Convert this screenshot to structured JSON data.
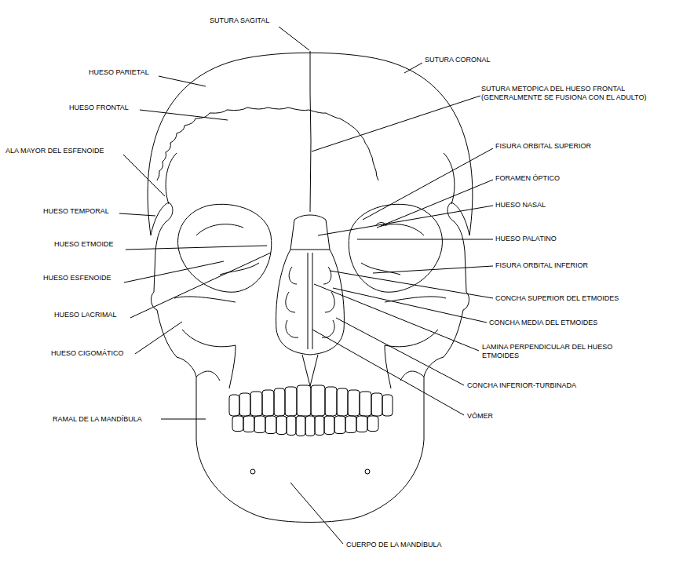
{
  "diagram": {
    "labels": [
      "SUTURA SAGITAL",
      "SUTURA CORONAL",
      "HUESO PARIETAL",
      "SUTURA METOPICA DEL HUESO FRONTAL (GENERALMENTE SE FUSIONA CON EL ADULTO)",
      "HUESO FRONTAL",
      "FISURA ORBITAL SUPERIOR",
      "ALA MAYOR DEL ESFENOIDE",
      "FORAMEN ÓPTICO",
      "HUESO NASAL",
      "HUESO TEMPORAL",
      "HUESO PALATINO",
      "HUESO ETMOIDE",
      "FISURA ORBITAL INFERIOR",
      "HUESO ESFENOIDE",
      "CONCHA SUPERIOR DEL ETMOIDES",
      "HUESO LACRIMAL",
      "CONCHA MEDIA DEL ETMOIDES",
      "LAMINA PERPENDICULAR DEL HUESO ETMOIDES",
      "HUESO CIGOMÁTICO",
      "CONCHA INFERIOR-TURBINADA",
      "VÓMER",
      "RAMAL DE LA MANDÍBULA",
      "CUERPO DE LA MANDÍBULA"
    ]
  }
}
